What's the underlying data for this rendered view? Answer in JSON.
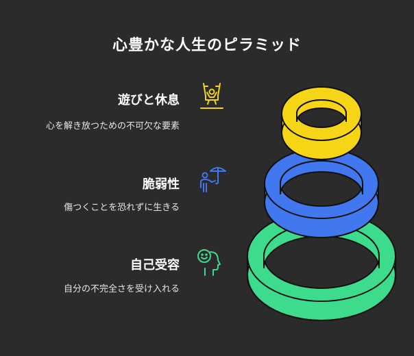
{
  "title": "心豊かな人生のピラミッド",
  "colors": {
    "background": "#2b2b2b",
    "yellow": "#f5d515",
    "blue": "#4178f0",
    "green": "#3ddc8c",
    "outline": "#111111"
  },
  "items": [
    {
      "title": "遊びと休息",
      "description": "心を解き放つための不可欠な要素",
      "icon": "playground-swing-icon",
      "color": "#f5d515"
    },
    {
      "title": "脆弱性",
      "description": "傷つくことを恐れずに生きる",
      "icon": "person-umbrella-icon",
      "color": "#4178f0"
    },
    {
      "title": "自己受容",
      "description": "自分の不完全さを受け入れる",
      "icon": "smiling-head-icon",
      "color": "#3ddc8c"
    }
  ]
}
